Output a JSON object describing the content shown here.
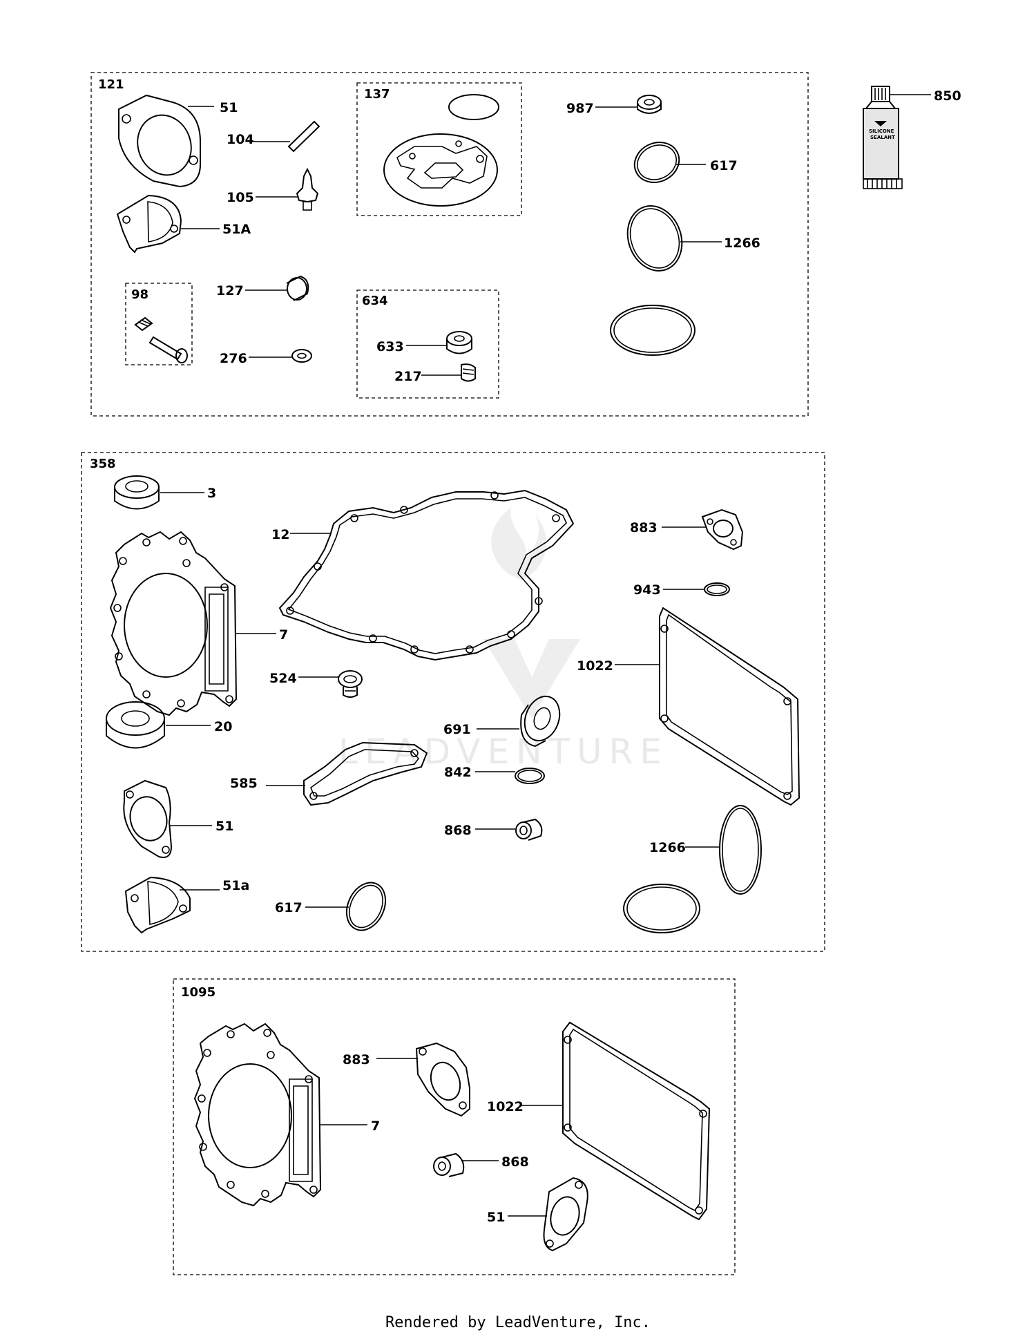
{
  "watermark": "LEADVENTURE",
  "tube_text": [
    "SILICONE",
    "SEALANT"
  ],
  "footer": "Rendered by LeadVenture, Inc.",
  "kits": [
    {
      "id": "121",
      "labels": [
        "51",
        "104",
        "105",
        "51A",
        "127",
        "276"
      ]
    },
    {
      "id": "137"
    },
    {
      "id": "98"
    },
    {
      "id": "634",
      "labels": [
        "633",
        "217"
      ]
    },
    {
      "id": "358",
      "labels": [
        "3",
        "12",
        "7",
        "524",
        "20",
        "585",
        "51",
        "51a",
        "617",
        "883",
        "943",
        "1022",
        "691",
        "842",
        "868",
        "1266"
      ]
    },
    {
      "id": "1095",
      "labels": [
        "7",
        "883",
        "1022",
        "868",
        "51"
      ]
    }
  ],
  "loose_labels": [
    "987",
    "617",
    "1266",
    "850"
  ]
}
